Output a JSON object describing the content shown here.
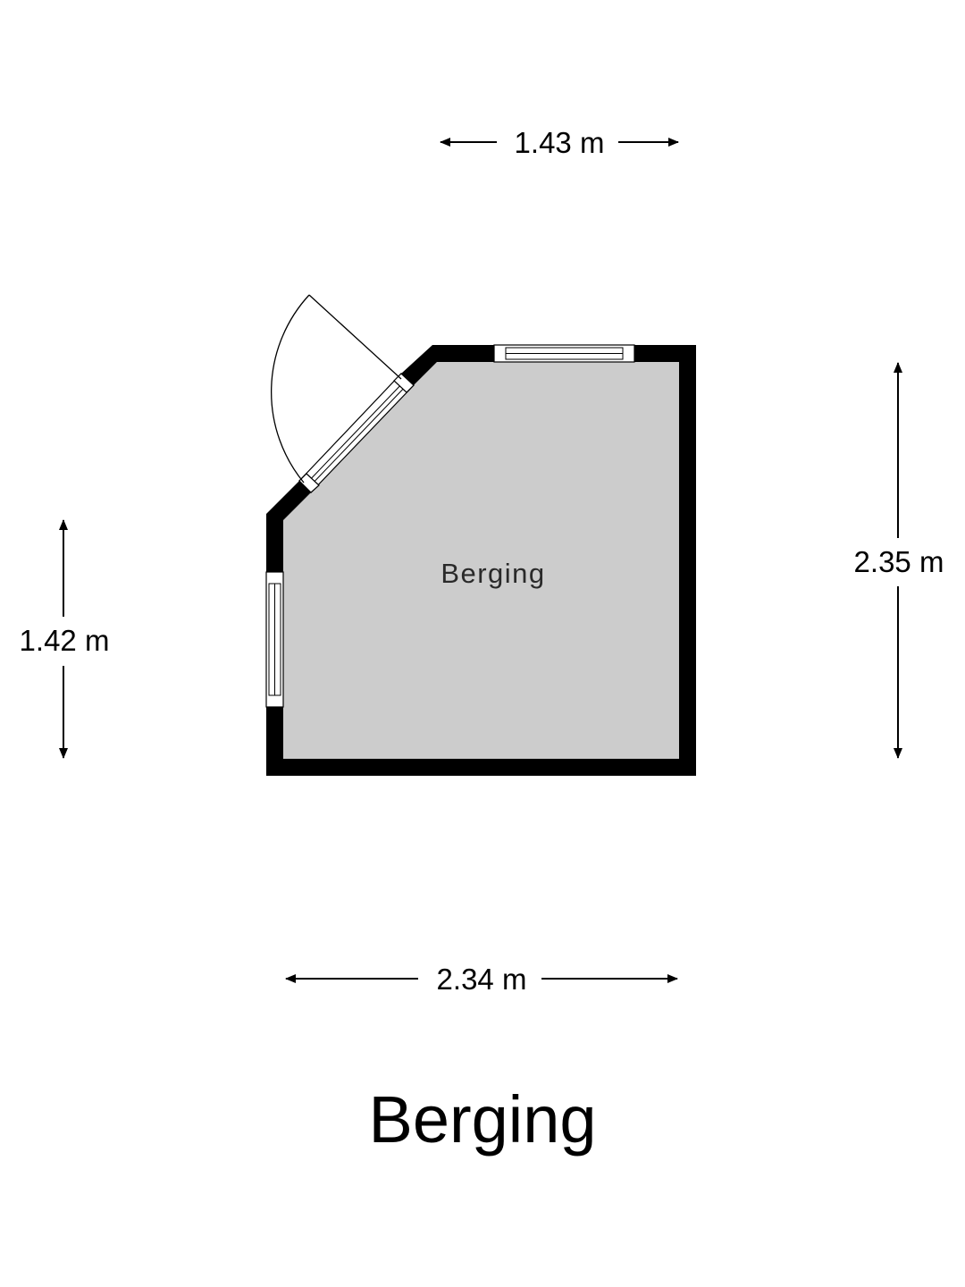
{
  "floor_title": "Berging",
  "room": {
    "label": "Berging"
  },
  "dimensions": {
    "top": "1.43 m",
    "bottom": "2.34 m",
    "left": "1.42 m",
    "right": "2.35 m"
  },
  "colors": {
    "wall": "#000000",
    "floor": "#cccccc",
    "background": "#ffffff"
  }
}
